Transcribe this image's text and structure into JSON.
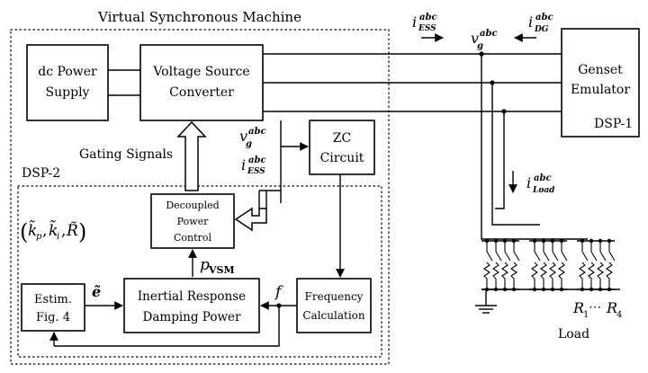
{
  "labels": {
    "vsm": "Virtual Synchronous Machine",
    "dsp2": "DSP-2",
    "dsp1": "DSP-1",
    "gating": "Gating Signals",
    "load": "Load"
  },
  "blocks": {
    "dc_power": [
      "dc Power",
      "Supply"
    ],
    "vsc": [
      "Voltage Source",
      "Converter"
    ],
    "genset": [
      "Genset",
      "Emulator"
    ],
    "zc": [
      "ZC",
      "Circuit"
    ],
    "decoupled": [
      "Decoupled",
      "Power",
      "Control"
    ],
    "inertial": [
      "Inertial Response",
      "Damping Power"
    ],
    "estim": [
      "Estim.",
      "Fig. 4"
    ],
    "freq": [
      "Frequency",
      "Calculation"
    ]
  },
  "signals": {
    "i_ess": {
      "base": "i",
      "sup": "abc",
      "sub": "ESS"
    },
    "v_g": {
      "base": "v",
      "sup": "abc",
      "sub": "g"
    },
    "i_dg": {
      "base": "i",
      "sup": "abc",
      "sub": "DG"
    },
    "i_load": {
      "base": "i",
      "sup": "abc",
      "sub": "Load"
    },
    "p_vsm": {
      "base": "p",
      "sub": "VSM"
    },
    "e_tilde": "ẽ",
    "f": "f",
    "params": "(k̃p, k̃i, R̃)",
    "params_k": "k̃",
    "params_p": "p",
    "params_i": "i",
    "params_r": "R̃",
    "r1": "R",
    "r1_sub": "1",
    "dots": "⋯",
    "r4": "R",
    "r4_sub": "4"
  }
}
